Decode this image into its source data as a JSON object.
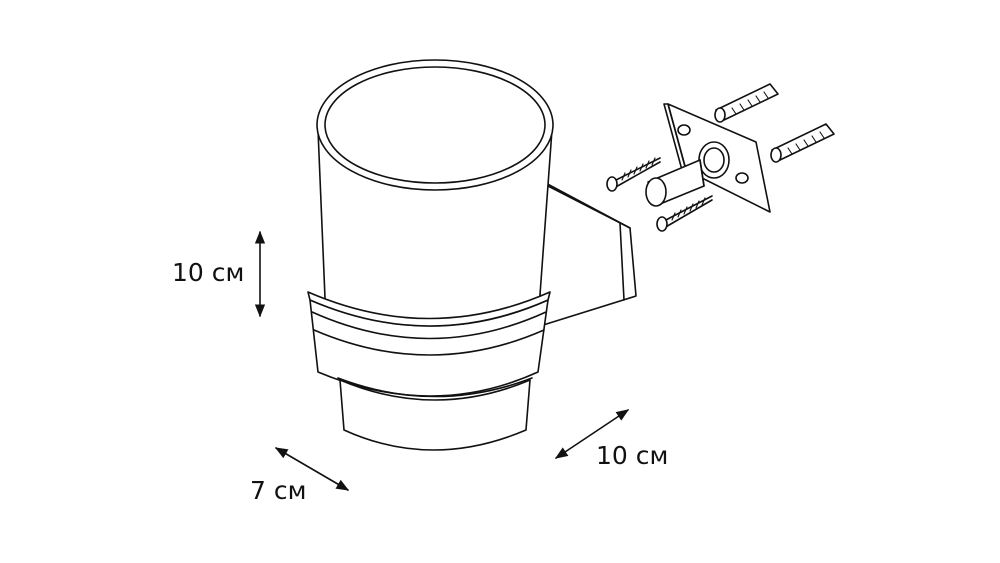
{
  "dimensions": {
    "height_label": "10 см",
    "width_label": "7 см",
    "depth_label": "10 см"
  },
  "colors": {
    "line": "#111111",
    "background": "#ffffff"
  }
}
